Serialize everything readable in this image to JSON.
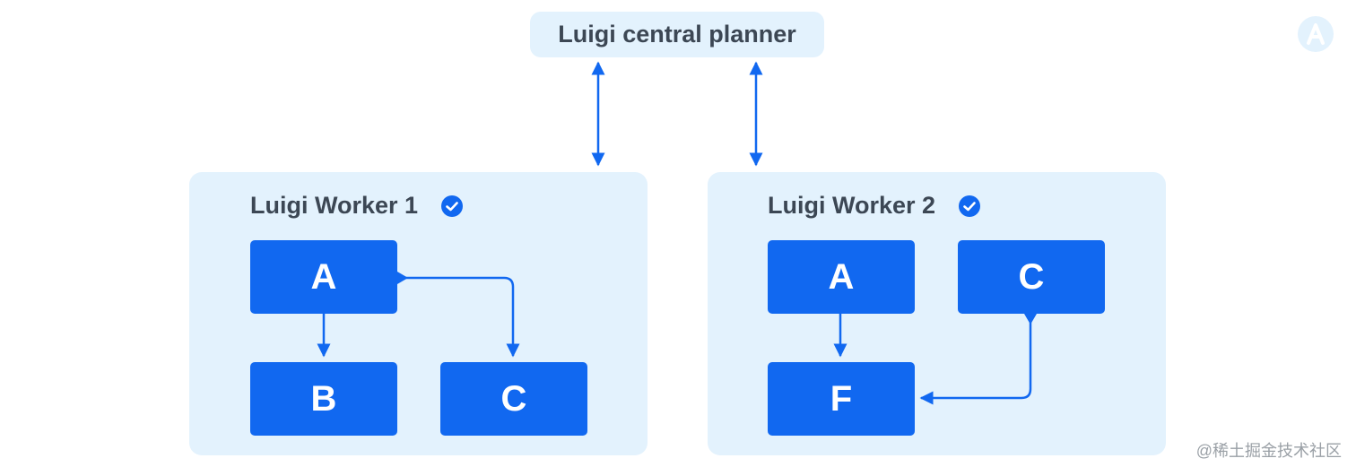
{
  "planner": {
    "label": "Luigi central planner"
  },
  "workers": [
    {
      "title": "Luigi Worker 1",
      "tasks": [
        "A",
        "B",
        "C"
      ]
    },
    {
      "title": "Luigi Worker 2",
      "tasks": [
        "A",
        "C",
        "F"
      ]
    }
  ],
  "watermark": "@稀土掘金技术社区",
  "colors": {
    "task_fill": "#1168f0",
    "panel_fill": "#e3f2fd",
    "arrow": "#1168f0",
    "text": "#3c4754"
  },
  "icons": [
    "check-circle-icon",
    "logo-a-icon"
  ]
}
